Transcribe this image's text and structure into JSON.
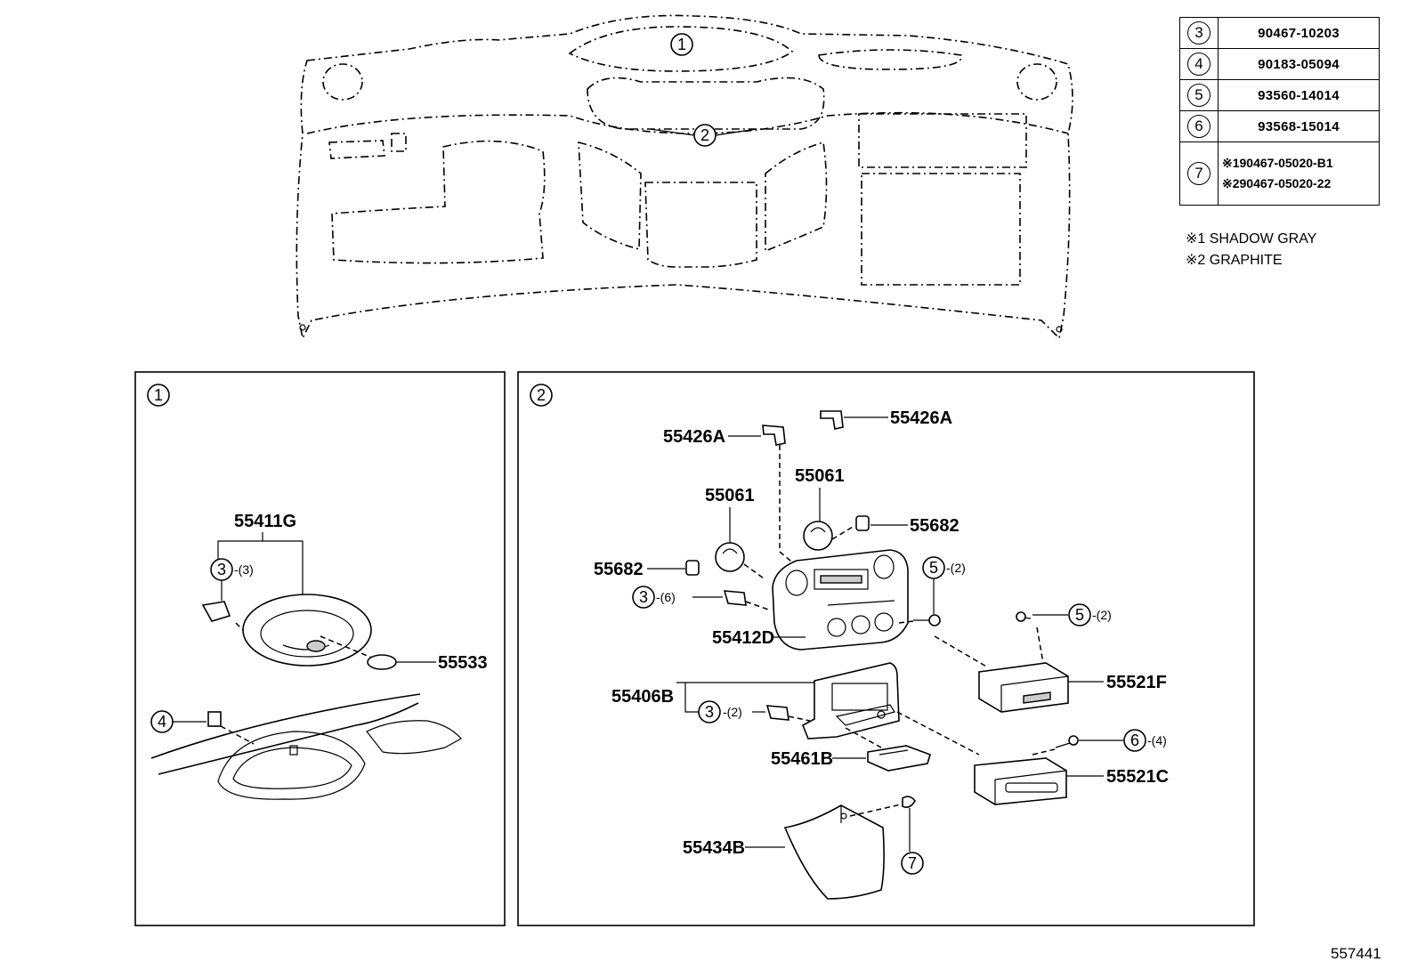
{
  "diagram_id": "557441",
  "overview": {
    "callouts": [
      "1",
      "2"
    ]
  },
  "parts_table": [
    {
      "ref": "3",
      "part": "90467-10203"
    },
    {
      "ref": "4",
      "part": "90183-05094"
    },
    {
      "ref": "5",
      "part": "93560-14014"
    },
    {
      "ref": "6",
      "part": "93568-15014"
    },
    {
      "ref": "7",
      "part": "※190467-05020-B1",
      "part2": "※290467-05020-22"
    }
  ],
  "notes": [
    "※1 SHADOW GRAY",
    "※2 GRAPHITE"
  ],
  "panel1": {
    "number": "1",
    "labels": {
      "vent_assembly": "55411G",
      "cap": "55533"
    },
    "callouts": [
      {
        "ref": "3",
        "qty": "-(3)"
      },
      {
        "ref": "4",
        "qty": ""
      }
    ]
  },
  "panel2": {
    "number": "2",
    "labels": {
      "bracket_left": "55426A",
      "bracket_right": "55426A",
      "knob_left": "55061",
      "knob_right": "55061",
      "clip_left": "55682",
      "clip_right": "55682",
      "control_panel": "55412D",
      "cluster_finish": "55406B",
      "box_upper": "55521F",
      "box_lower": "55521C",
      "tray": "55461B",
      "cover": "55434B"
    },
    "callouts": [
      {
        "ref": "3",
        "qty": "-(6)"
      },
      {
        "ref": "3",
        "qty": "-(2)"
      },
      {
        "ref": "5",
        "qty": "-(2)"
      },
      {
        "ref": "5",
        "qty": "-(2)"
      },
      {
        "ref": "6",
        "qty": "-(4)"
      },
      {
        "ref": "7",
        "qty": ""
      }
    ]
  }
}
